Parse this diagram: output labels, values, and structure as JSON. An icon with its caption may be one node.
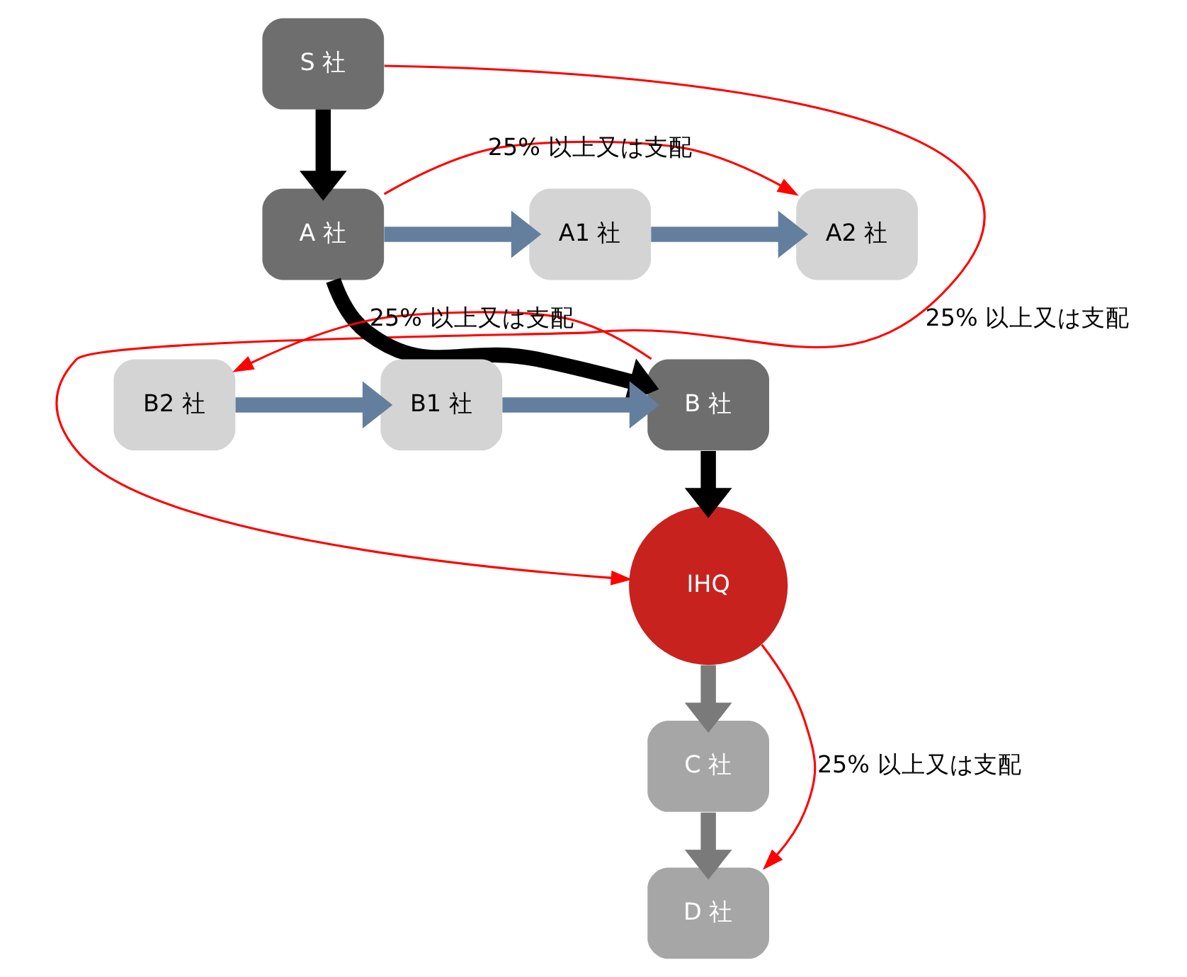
{
  "diagram": {
    "nodes": [
      {
        "text": [
          "S 社"
        ]
      },
      {
        "text": [
          "A 社"
        ]
      },
      {
        "text": [
          "A1 社"
        ]
      },
      {
        "text": [
          "A2 社"
        ]
      },
      {
        "text": [
          "B2 社"
        ]
      },
      {
        "text": [
          "B1 社"
        ]
      },
      {
        "text": [
          "B 社"
        ]
      },
      {
        "text": [
          "IHQ"
        ]
      },
      {
        "text": [
          "C 社"
        ]
      },
      {
        "text": [
          "D 社"
        ]
      }
    ],
    "edges": [
      {
        "from": 0,
        "to": 1,
        "arrow": "to",
        "color": "#000000"
      },
      {
        "from": 1,
        "to": 2,
        "arrow": "to",
        "color": "#647f9e"
      },
      {
        "from": 2,
        "to": 3,
        "arrow": "to",
        "color": "#647f9e"
      },
      {
        "from": 1,
        "to": 3,
        "arrow": "to",
        "label": "25% 以上又は支配",
        "color": "#ff0000"
      },
      {
        "from": 1,
        "to": 6,
        "arrow": "to",
        "color": "#000000"
      },
      {
        "from": 4,
        "to": 5,
        "arrow": "to",
        "color": "#647f9e"
      },
      {
        "from": 5,
        "to": 6,
        "arrow": "to",
        "color": "#647f9e"
      },
      {
        "from": 6,
        "to": 4,
        "arrow": "to",
        "label": "25% 以上又は支配",
        "color": "#ff0000"
      },
      {
        "from": 6,
        "to": 7,
        "arrow": "to",
        "color": "#000000"
      },
      {
        "from": 0,
        "to": 7,
        "arrow": "to",
        "label": "25% 以上又は支配",
        "color": "#ff0000"
      },
      {
        "from": 7,
        "to": 8,
        "arrow": "to",
        "color": "#7a7a7a"
      },
      {
        "from": 8,
        "to": 9,
        "arrow": "to",
        "color": "#7a7a7a"
      },
      {
        "from": 7,
        "to": 9,
        "arrow": "to",
        "label": "25% 以上又は支配",
        "color": "#ff0000"
      }
    ]
  }
}
